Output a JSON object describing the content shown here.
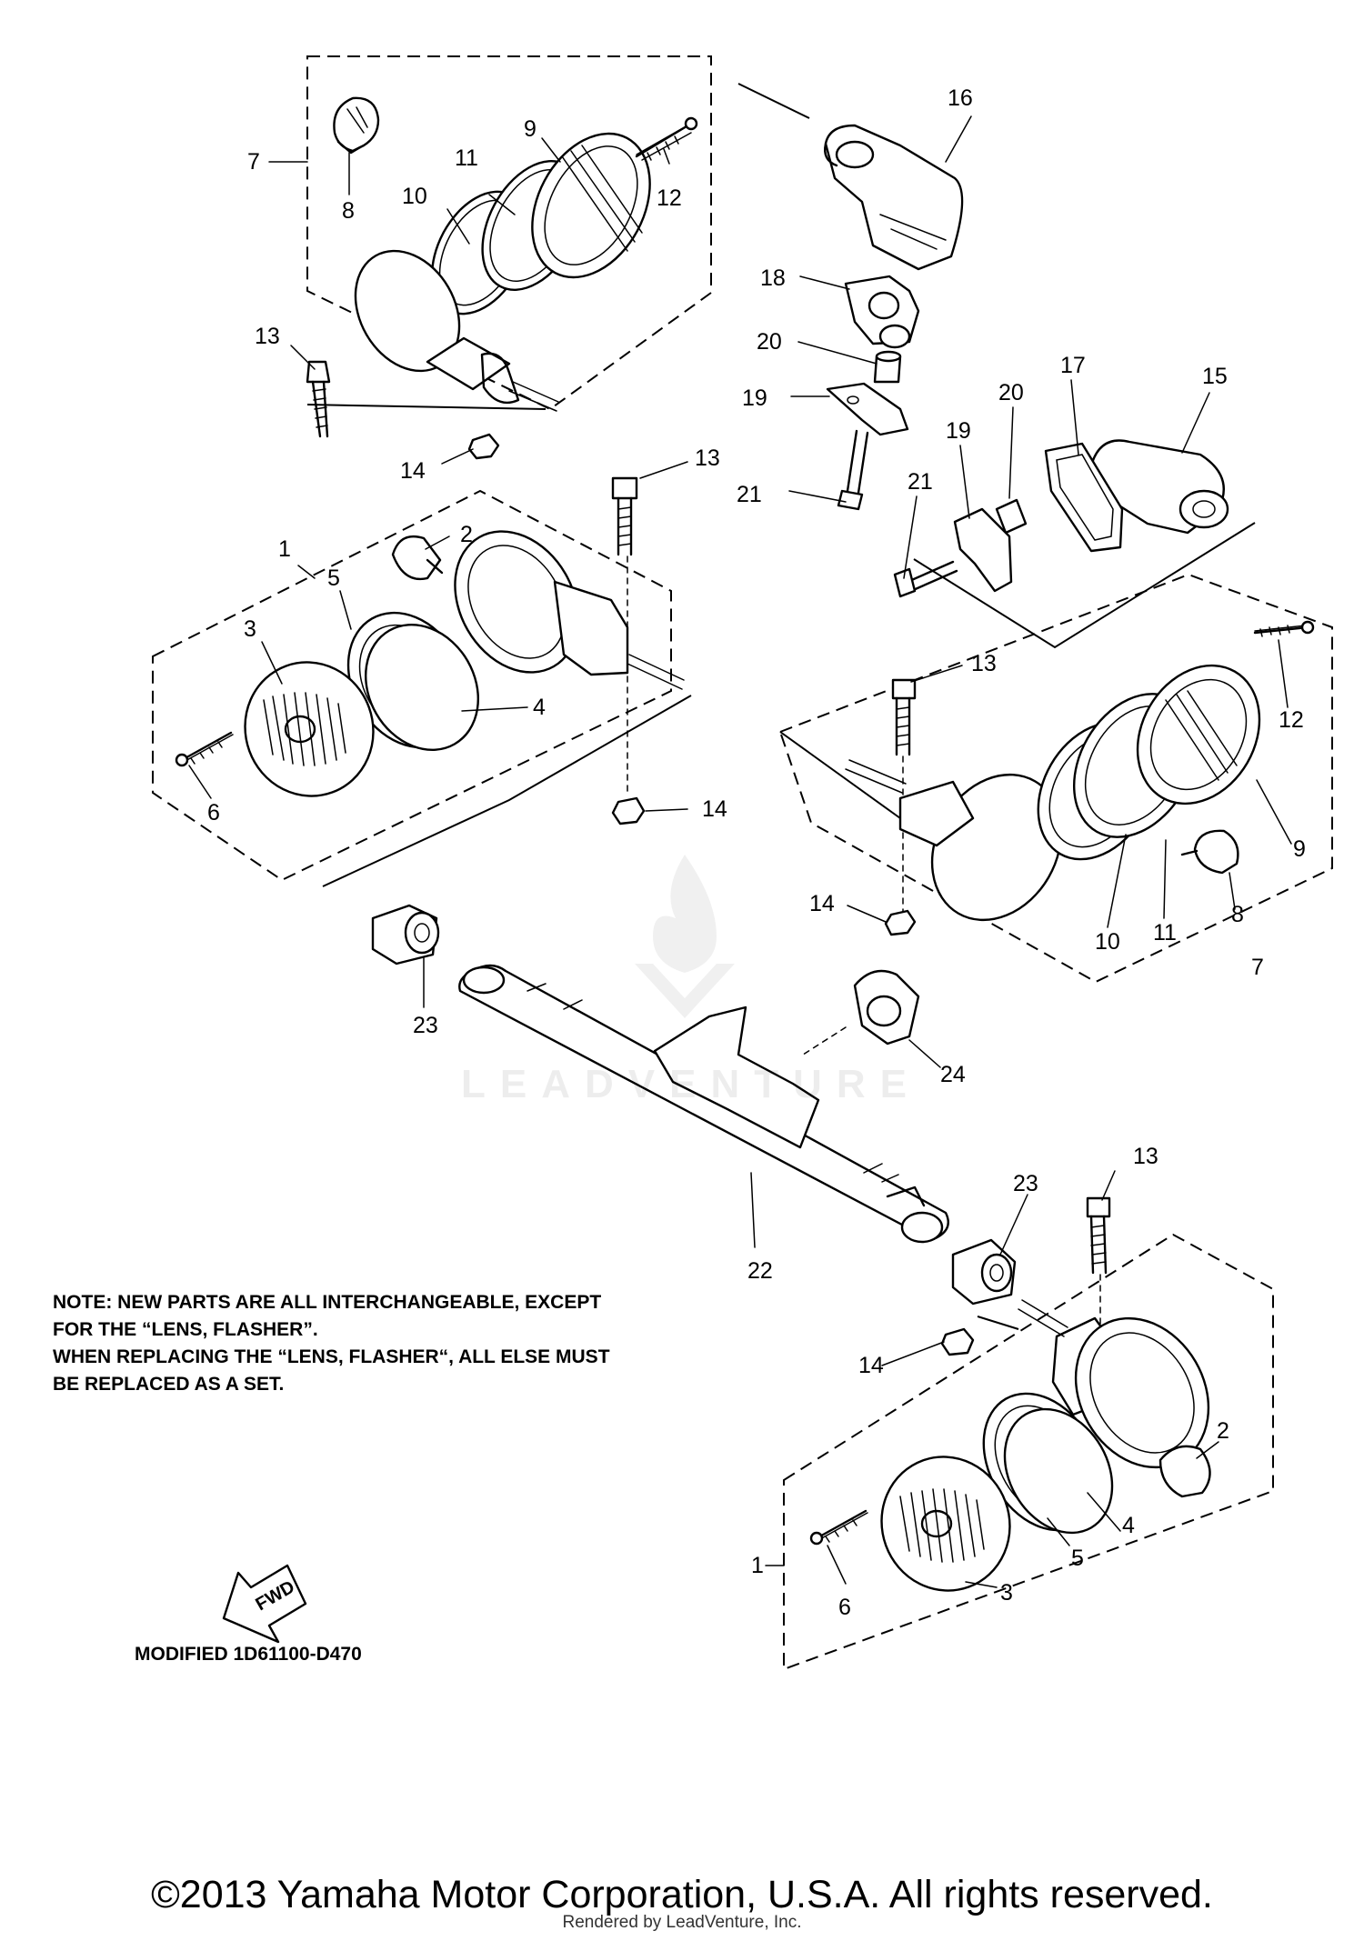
{
  "callouts": {
    "c1a": "7",
    "c2a": "8",
    "c3a": "11",
    "c4a": "9",
    "c5a": "10",
    "c6a": "12",
    "c7a": "13",
    "c8a": "14",
    "c9a": "16",
    "c10a": "18",
    "c11a": "20",
    "c12a": "19",
    "c13a": "21",
    "c14a": "17",
    "c15a": "15",
    "c16a": "20",
    "c17a": "19",
    "c18a": "21",
    "c19a": "1",
    "c20a": "2",
    "c21a": "3",
    "c22a": "5",
    "c23a": "4",
    "c24a": "6",
    "c25a": "13",
    "c26a": "14",
    "c27a": "13",
    "c28a": "12",
    "c29a": "9",
    "c30a": "14",
    "c31a": "10",
    "c32a": "11",
    "c33a": "8",
    "c34a": "7",
    "c35a": "23",
    "c36a": "24",
    "c37a": "22",
    "c38a": "23",
    "c39a": "13",
    "c40a": "14",
    "c41a": "2",
    "c42a": "4",
    "c43a": "1",
    "c44a": "6",
    "c45a": "3",
    "c46a": "5"
  },
  "note": {
    "line1": "NOTE: NEW PARTS ARE ALL INTERCHANGEABLE, EXCEPT",
    "line2": "FOR THE “LENS, FLASHER”.",
    "line3": "WHEN REPLACING THE “LENS, FLASHER“, ALL ELSE MUST",
    "line4": "BE REPLACED AS A SET."
  },
  "fwd_label": "FWD",
  "modified_label": "MODIFIED 1D61100-D470",
  "watermark": "LEADVENTURE",
  "copyright": "©2013 Yamaha Motor Corporation, U.S.A. All rights reserved.",
  "rendered_by": "Rendered by LeadVenture, Inc."
}
